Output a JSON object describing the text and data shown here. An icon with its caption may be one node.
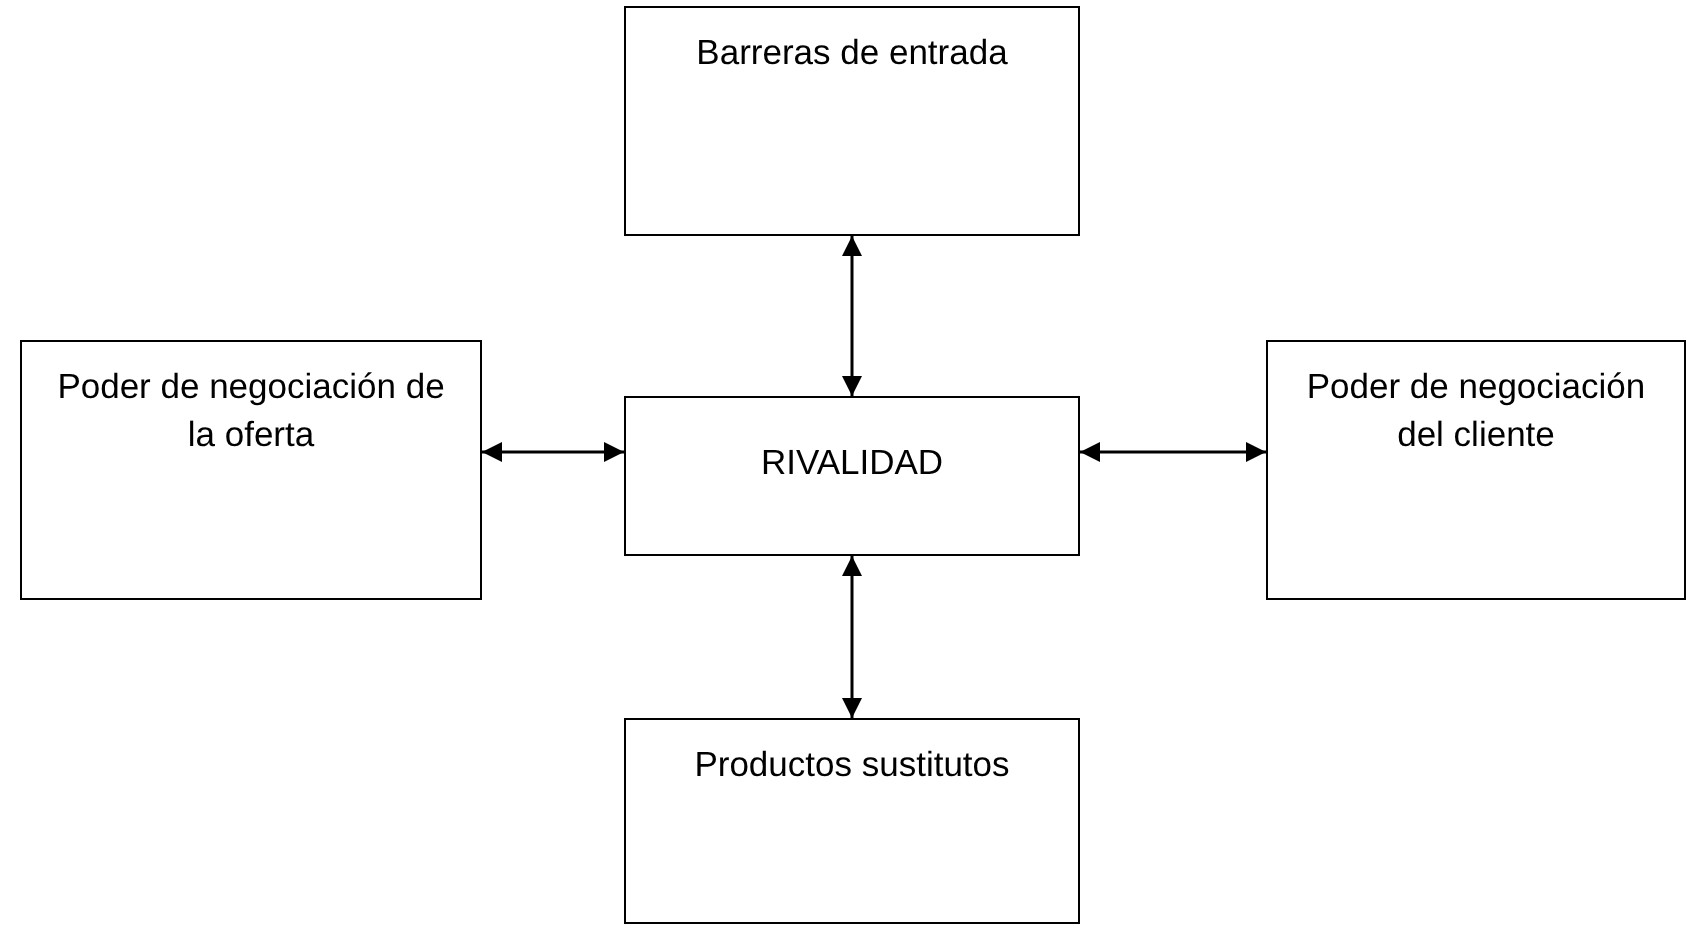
{
  "diagram": {
    "nodes": [
      {
        "text": [
          "Barreras de entrada"
        ]
      },
      {
        "text": [
          "Poder de negociación de la oferta"
        ]
      },
      {
        "text": [
          "RIVALIDAD"
        ]
      },
      {
        "text": [
          "Poder de negociación del cliente"
        ]
      },
      {
        "text": [
          "Productos sustitutos"
        ]
      }
    ],
    "edges": [
      {
        "from": 0,
        "to": 2,
        "arrow": "both"
      },
      {
        "from": 1,
        "to": 2,
        "arrow": "both"
      },
      {
        "from": 2,
        "to": 3,
        "arrow": "both"
      },
      {
        "from": 2,
        "to": 4,
        "arrow": "both"
      }
    ]
  }
}
